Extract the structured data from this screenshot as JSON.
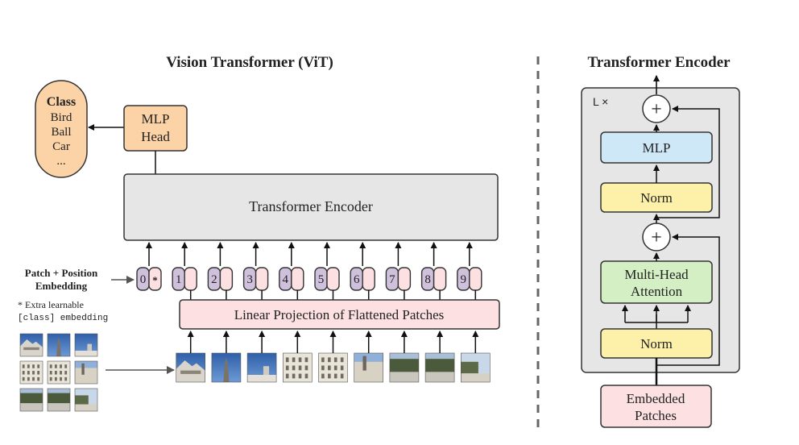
{
  "vit": {
    "title": "Vision Transformer (ViT)",
    "class_box": {
      "title": "Class",
      "items": [
        "Bird",
        "Ball",
        "Car",
        "..."
      ]
    },
    "mlp_head": [
      "MLP",
      "Head"
    ],
    "encoder_label": "Transformer Encoder",
    "patch_embedding_label": [
      "Patch + Position",
      "Embedding"
    ],
    "extra_note": [
      "* Extra learnable",
      "[class] embedding"
    ],
    "position_tokens": [
      "0",
      "1",
      "2",
      "3",
      "4",
      "5",
      "6",
      "7",
      "8",
      "9"
    ],
    "class_token_marker": "*",
    "projection_label": "Linear Projection of Flattened Patches"
  },
  "encoder": {
    "title": "Transformer Encoder",
    "repeat_label": "L ×",
    "mlp_label": "MLP",
    "norm_label": "Norm",
    "attention_label": [
      "Multi-Head",
      "Attention"
    ],
    "input_label": [
      "Embedded",
      "Patches"
    ],
    "add_symbol": "+"
  },
  "colors": {
    "class_fill": "#fbd3a6",
    "mlp_head_fill": "#fbd3a6",
    "encoder_fill": "#e6e6e6",
    "token_pink": "#fde0e2",
    "token_purple": "#cfc0dc",
    "projection_fill": "#fde0e2",
    "mlp_fill": "#cfe8f7",
    "norm_fill": "#fdf0a8",
    "attention_fill": "#d3efc3",
    "embedded_fill": "#fde0e2",
    "stroke": "#333333"
  },
  "patch_icons": [
    "building-patch-icon",
    "sky-patch-icon",
    "tower-patch-icon",
    "facade-patch-icon",
    "square-patch-icon"
  ]
}
